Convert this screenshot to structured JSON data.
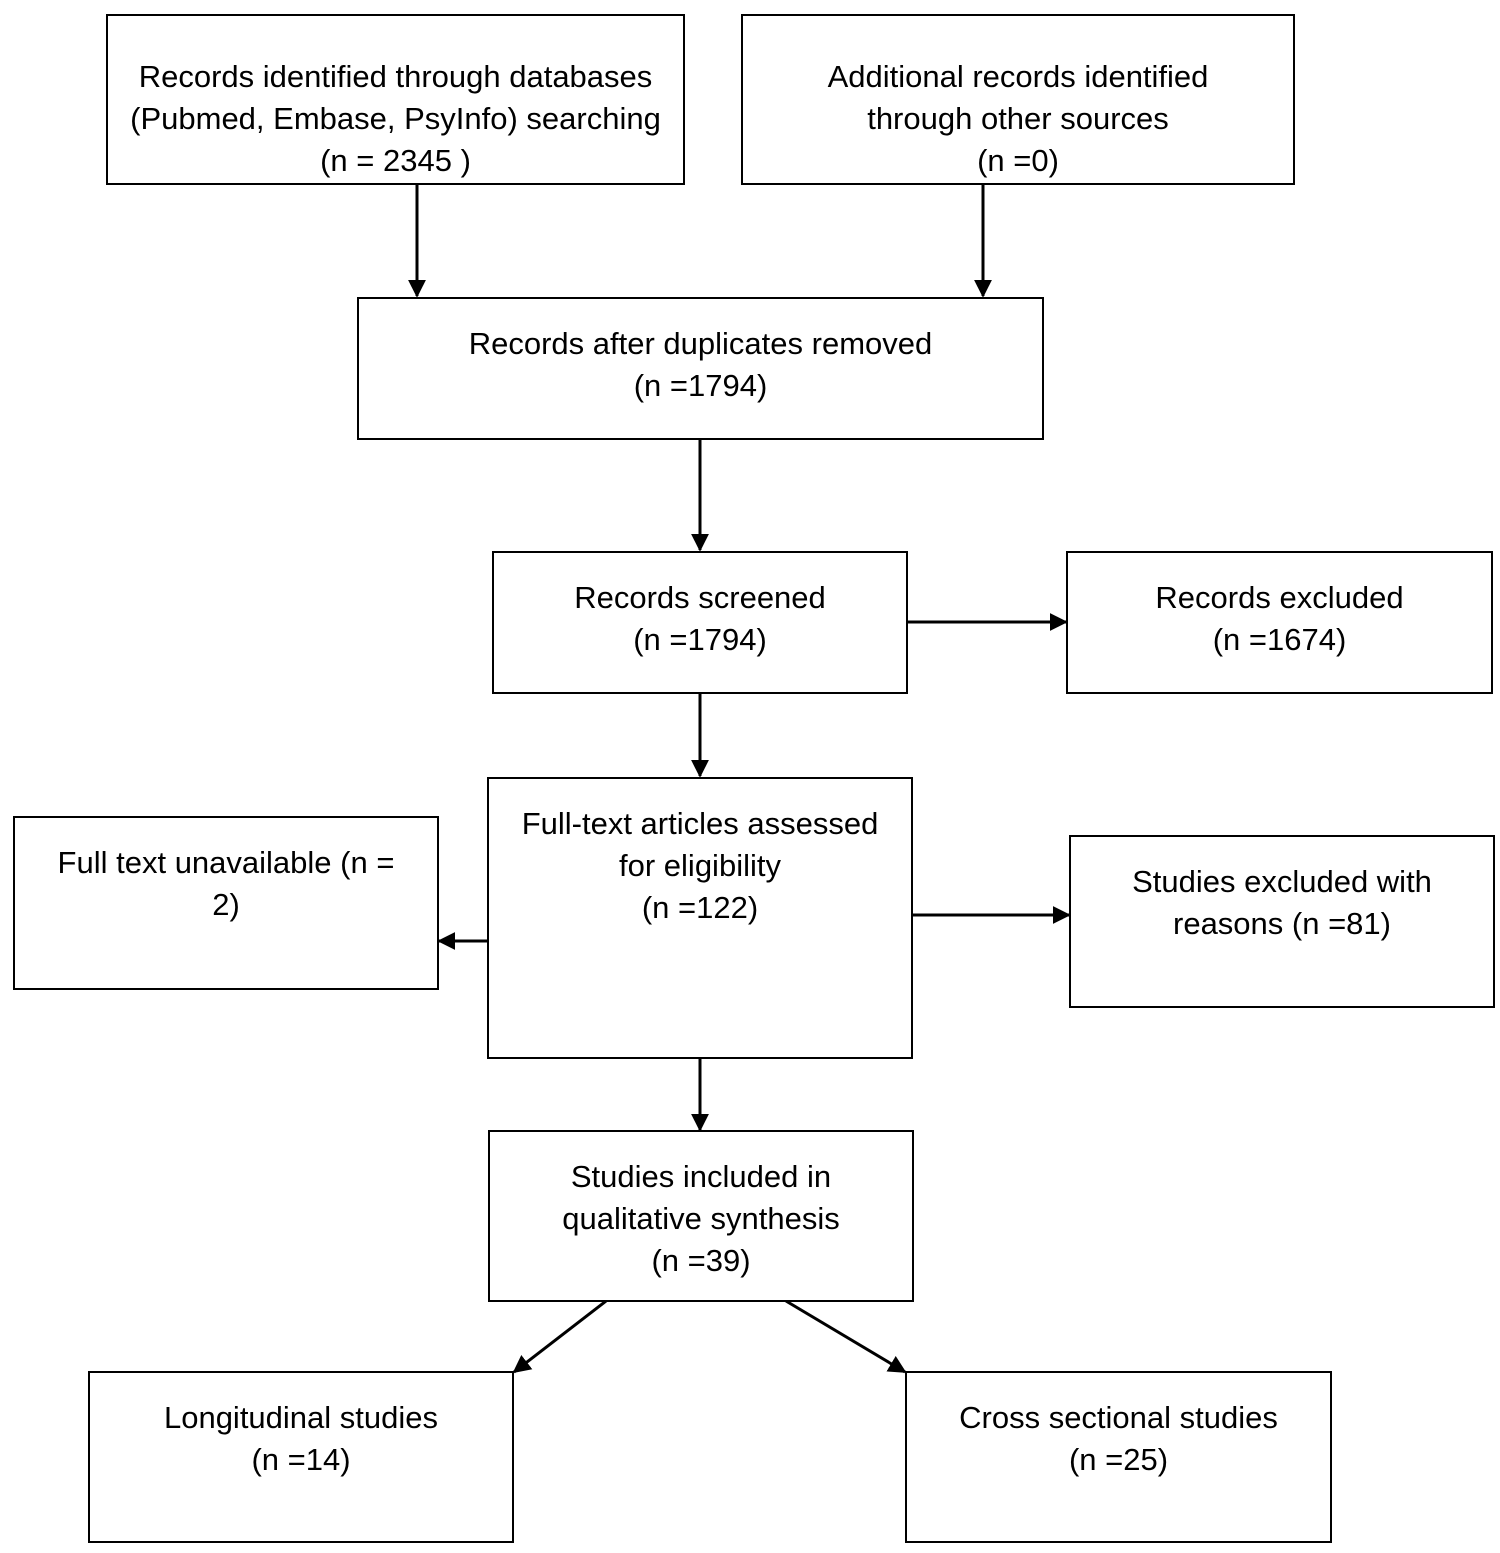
{
  "boxes": {
    "databases": {
      "lines": [
        "Records identified through databases",
        "(Pubmed, Embase, PsyInfo) searching",
        "(n = 2345 )"
      ]
    },
    "other_sources": {
      "lines": [
        "Additional records identified",
        "through other sources",
        "(n =0)"
      ]
    },
    "after_duplicates": {
      "lines": [
        "Records after duplicates removed",
        "(n =1794)"
      ]
    },
    "screened": {
      "lines": [
        "Records screened",
        "(n =1794)"
      ]
    },
    "excluded": {
      "lines": [
        "Records excluded",
        "(n =1674)"
      ]
    },
    "full_text": {
      "lines": [
        "Full-text articles assessed",
        "for eligibility",
        "(n =122)"
      ]
    },
    "unavailable": {
      "lines": [
        "Full text unavailable (n =",
        "2)"
      ]
    },
    "excluded_reasons": {
      "lines": [
        "Studies excluded with",
        "reasons (n =81)"
      ]
    },
    "included": {
      "lines": [
        "Studies included in",
        "qualitative synthesis",
        "(n =39)"
      ]
    },
    "longitudinal": {
      "lines": [
        "Longitudinal studies",
        "(n =14)"
      ]
    },
    "cross_sectional": {
      "lines": [
        "Cross sectional studies",
        "(n =25)"
      ]
    }
  }
}
